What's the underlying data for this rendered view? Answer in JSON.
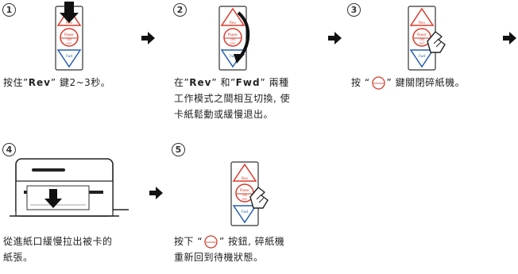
{
  "steps": [
    {
      "number": "1"
    },
    {
      "number": "2"
    },
    {
      "number": "3"
    },
    {
      "number": "4"
    },
    {
      "number": "5"
    }
  ],
  "panel": {
    "rev": "Rev",
    "power": "Power",
    "on": "ON",
    "off": "OFF",
    "fwd": "Fwd"
  },
  "captions": {
    "step1": {
      "pre": "按住”",
      "key": "Rev",
      "post": "” 鍵2~3秒。"
    },
    "step2": {
      "line1_pre": "在”",
      "line1_key1": "Rev",
      "line1_mid": "” 和”",
      "line1_key2": "Fwd",
      "line1_post": "” 兩種",
      "line2": "工作模式之間相互切換, 使",
      "line3": "卡紙鬆動或緩慢退出。"
    },
    "step3": {
      "pre": "按 “",
      "post": "” 鍵關閉碎紙機。"
    },
    "step4": {
      "line1": "從進紙口緩慢拉出被卡的",
      "line2": "紙張。"
    },
    "step5": {
      "line1_pre": "按下 “",
      "line1_post": "” 按鈕, 碎紙機",
      "line2": "重新回到待機狀態。"
    }
  },
  "colors": {
    "rev": "#d93a2b",
    "power": "#d93a2b",
    "fwd": "#2a5fb0",
    "arrow": "#111111"
  },
  "icons": [
    "arrow-right-icon",
    "press-down-arrow-icon",
    "curved-arrow-icon",
    "pointing-hand-icon",
    "pull-down-arrow-icon",
    "power-button-icon"
  ]
}
